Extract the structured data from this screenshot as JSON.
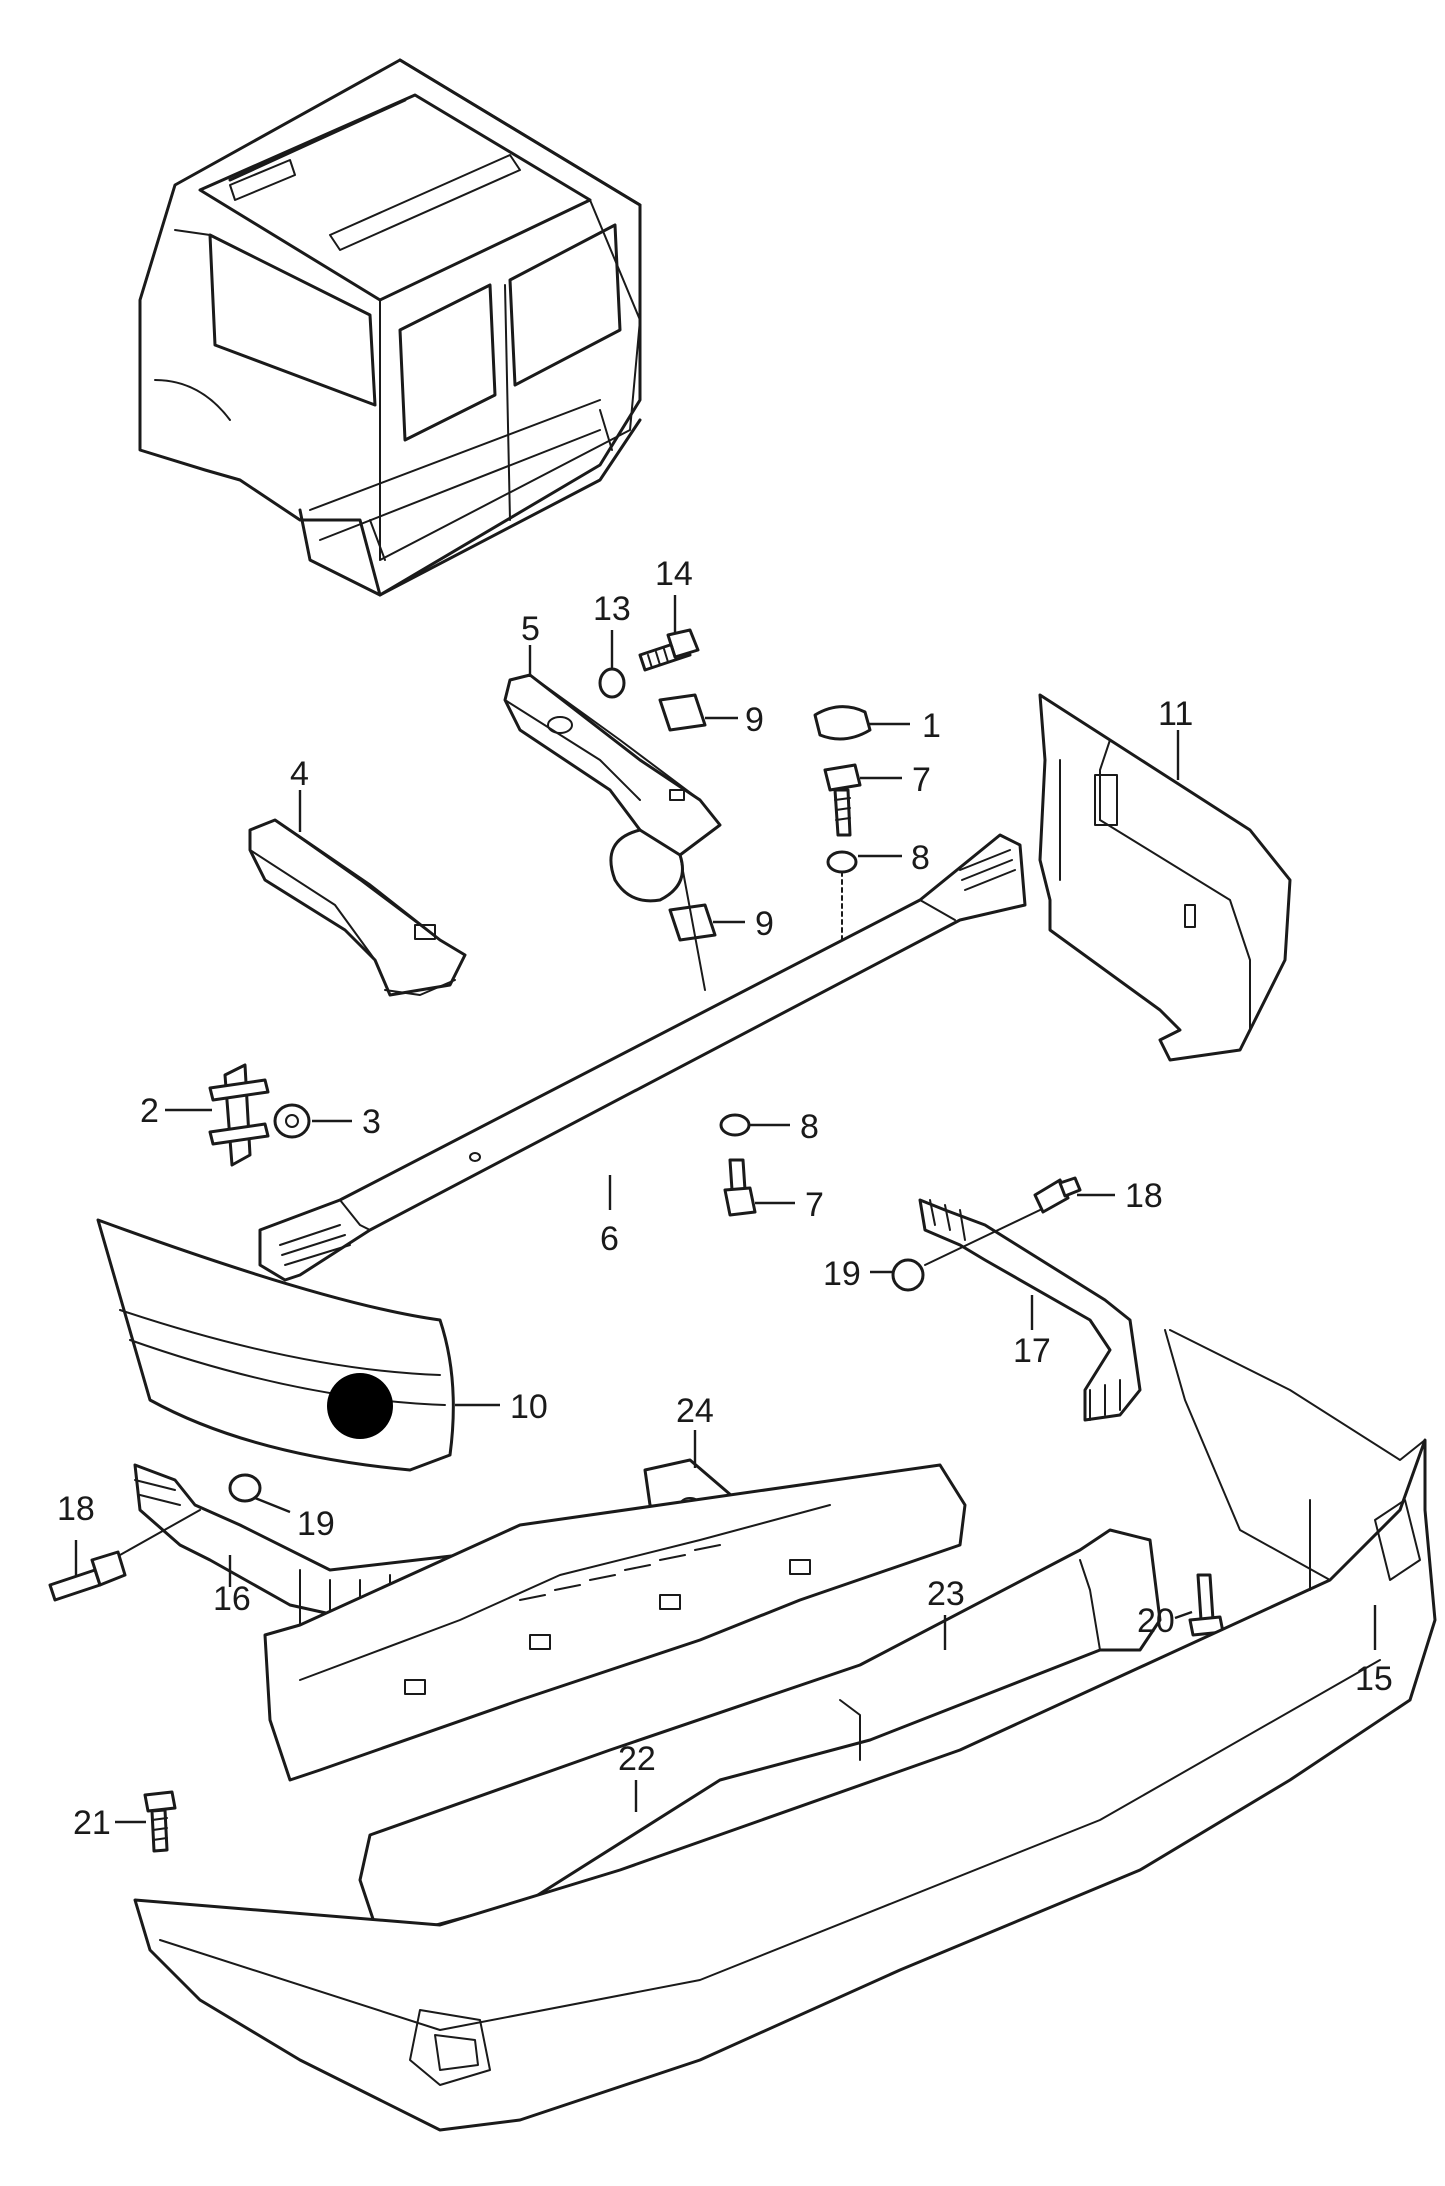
{
  "callouts": {
    "c1": "1",
    "c2": "2",
    "c3": "3",
    "c4": "4",
    "c5": "5",
    "c6": "6",
    "c7a": "7",
    "c7b": "7",
    "c8a": "8",
    "c8b": "8",
    "c9a": "9",
    "c9b": "9",
    "c10": "10",
    "c11": "11",
    "c13": "13",
    "c14": "14",
    "c15": "15",
    "c16": "16",
    "c17": "17",
    "c18a": "18",
    "c18b": "18",
    "c19a": "19",
    "c19b": "19",
    "c20": "20",
    "c21": "21",
    "c22": "22",
    "c23": "23",
    "c24": "24"
  },
  "marker_color": "#000000",
  "line_color": "#1a1a1a"
}
